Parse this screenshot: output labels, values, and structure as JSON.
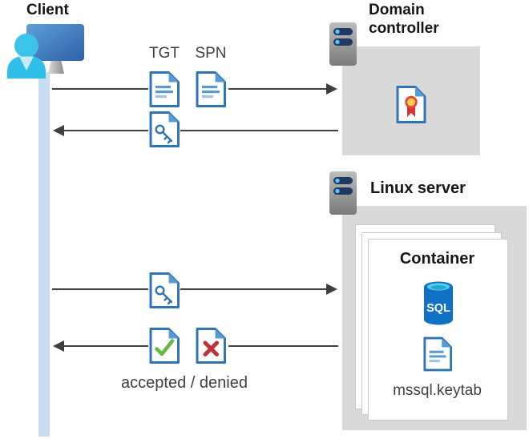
{
  "nodes": {
    "client": {
      "label": "Client"
    },
    "domain_controller": {
      "label": "Domain controller"
    },
    "linux_server": {
      "label": "Linux server"
    },
    "container": {
      "label": "Container"
    }
  },
  "labels": {
    "tgt": "TGT",
    "spn": "SPN",
    "accepted_denied": "accepted / denied",
    "keytab_file": "mssql.keytab",
    "sql_badge": "SQL"
  },
  "icons": {
    "client-icon": "monitor with user person",
    "server-icon": "gray server tower with two drive bays",
    "document-icon": "blue document with text lines",
    "key-ticket-icon": "document with key (service ticket)",
    "certificate-icon": "document with award rosette and ribbon",
    "sql-database-icon": "blue database cylinder labeled SQL",
    "accepted-document-icon": "document with green check mark",
    "denied-document-icon": "document with red cross",
    "lifeline": "client vertical timeline bar"
  },
  "colors": {
    "doc_border": "#2e75b6",
    "doc_fold": "#5b9bd5",
    "doc_line": "#5b9bd5",
    "doc_line_light": "#9dc3e6",
    "check_green": "#62bb46",
    "cross_red": "#bf3336",
    "box_gray": "#d9d9d9",
    "arrow_gray": "#3f3f3f",
    "lifeline_blue": "#c6ddf4",
    "server_pill_navy": "#1f3864",
    "server_dot_cyan": "#5ac8f0",
    "sql_body_blue": "#1172c5",
    "sql_top_cyan": "#4fd0f5",
    "person_cyan": "#32c1e9",
    "monitor_blue": "#3d7dc4",
    "rosette_yellow": "#ffd24c",
    "rosette_ring": "#e8443c",
    "ribbon_red": "#d3362f"
  }
}
